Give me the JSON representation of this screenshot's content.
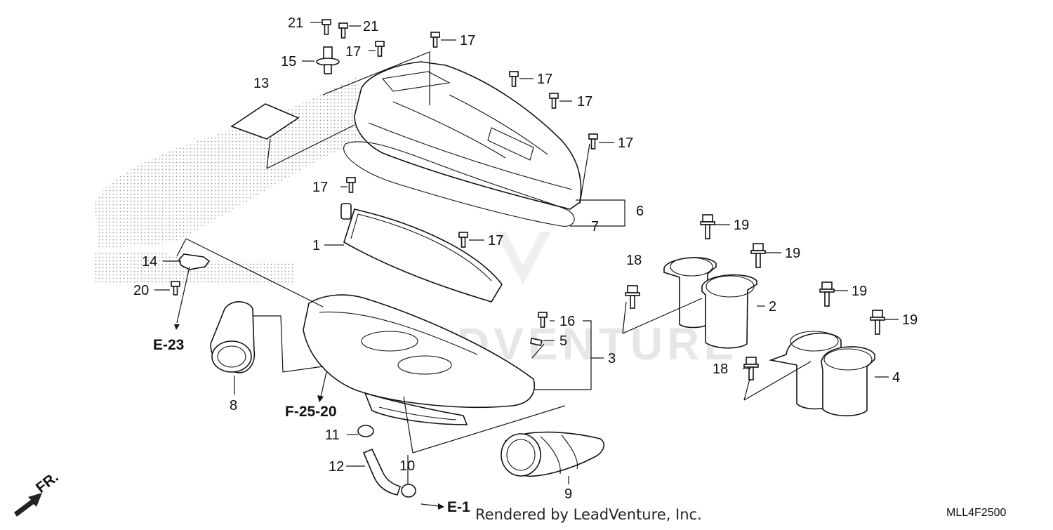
{
  "diagram": {
    "watermark": "LEADVENTURE",
    "drawing_code": "MLL4F2500",
    "credit": "Rendered by LeadVenture, Inc.",
    "direction_label": "FR.",
    "ref_labels": [
      "E-23",
      "F-25-20",
      "E-1"
    ],
    "callouts": [
      "21",
      "21",
      "17",
      "15",
      "17",
      "13",
      "17",
      "17",
      "17",
      "17",
      "6",
      "7",
      "1",
      "17",
      "19",
      "19",
      "14",
      "18",
      "20",
      "19",
      "2",
      "16",
      "19",
      "5",
      "3",
      "18",
      "4",
      "11",
      "8",
      "10",
      "12",
      "9"
    ]
  }
}
